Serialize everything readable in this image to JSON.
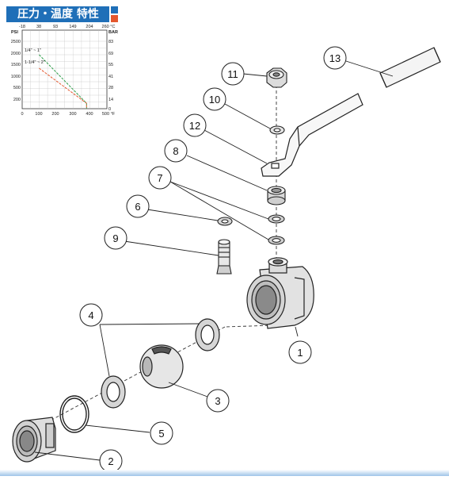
{
  "title": "圧力・温度 特性",
  "colors": {
    "accent": "#1f6fb8",
    "red": "#e4572e",
    "green": "#2e9e4a"
  },
  "chart_data": {
    "type": "line",
    "x_top_ticks": [
      "-18",
      "38",
      "93",
      "149",
      "204",
      "260 °C"
    ],
    "x_bottom_ticks": [
      "0",
      "100",
      "200",
      "300",
      "400",
      "500 °F"
    ],
    "y_left_unit": "PSI",
    "y_left_ticks": [
      "2500",
      "2000",
      "1500",
      "1000",
      "500",
      "200"
    ],
    "y_right_unit": "BAR",
    "y_right_ticks": [
      "83",
      "69",
      "55",
      "41",
      "28",
      "14",
      "0"
    ],
    "series": [
      {
        "name": "1/4\" ~ 1\"",
        "color": "#2e9e4a",
        "x": [
          100,
          380,
          380
        ],
        "y": [
          2000,
          200,
          0
        ]
      },
      {
        "name": "1-1/4\" ~ 2\"",
        "color": "#e4572e",
        "x": [
          100,
          380,
          380
        ],
        "y": [
          1500,
          200,
          0
        ]
      }
    ]
  },
  "callouts": [
    "1",
    "2",
    "3",
    "4",
    "5",
    "6",
    "7",
    "8",
    "9",
    "10",
    "11",
    "12",
    "13"
  ]
}
